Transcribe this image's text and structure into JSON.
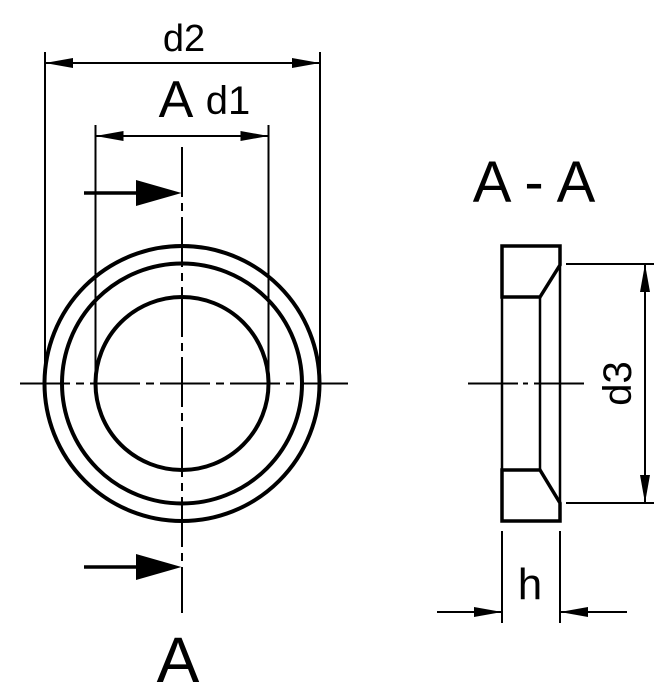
{
  "drawing": {
    "type": "technical-drawing",
    "subject": "countersunk washer / chamfered ring, front view and section view",
    "colors": {
      "line": "#000000",
      "background": "#ffffff"
    },
    "front_view": {
      "dim_d2": "d2",
      "dim_d1": "d1",
      "section_letter_top": "A",
      "section_letter_bottom": "A"
    },
    "section_view": {
      "title": "A - A",
      "dim_d3": "d3",
      "dim_h": "h"
    }
  }
}
